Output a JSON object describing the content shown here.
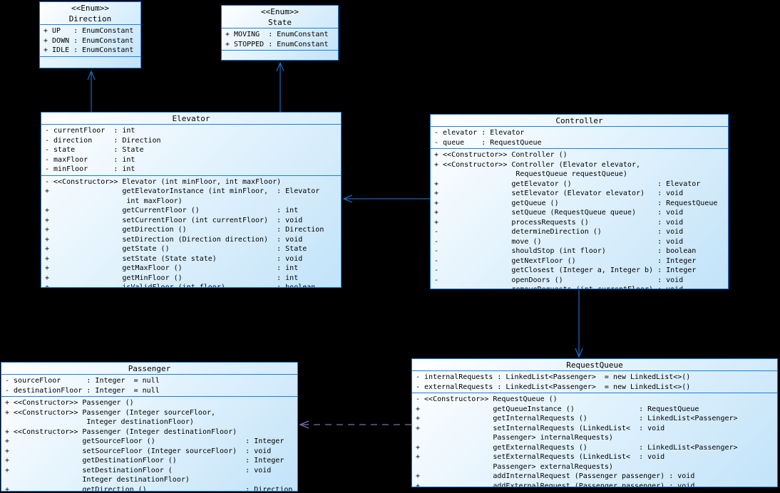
{
  "colors": {
    "background": "#000000",
    "box_border": "#1780e0",
    "box_fill_start": "#ffffff",
    "box_fill_end": "#c2e3f9",
    "connector": "#1a7fe8",
    "dependency_connector": "#8892d8",
    "text": "#000000"
  },
  "classes": {
    "direction": {
      "stereotype": "<<Enum>>",
      "name": "Direction",
      "attributes": [
        "+ UP   : EnumConstant",
        "+ DOWN : EnumConstant",
        "+ IDLE : EnumConstant"
      ],
      "methods": []
    },
    "state": {
      "stereotype": "<<Enum>>",
      "name": "State",
      "attributes": [
        "+ MOVING  : EnumConstant",
        "+ STOPPED : EnumConstant"
      ],
      "methods": []
    },
    "elevator": {
      "name": "Elevator",
      "attributes": [
        "- currentFloor  : int",
        "- direction     : Direction",
        "- state         : State",
        "- maxFloor      : int",
        "- minFloor      : int"
      ],
      "methods": [
        "- <<Constructor>> Elevator (int minFloor, int maxFloor)",
        "+                 getElevatorInstance (int minFloor,  : Elevator",
        "                   int maxFloor)",
        "+                 getCurrentFloor ()                  : int",
        "+                 setCurrentFloor (int currentFloor)  : void",
        "+                 getDirection ()                     : Direction",
        "+                 setDirection (Direction direction)  : void",
        "+                 getState ()                         : State",
        "+                 setState (State state)              : void",
        "+                 getMaxFloor ()                      : int",
        "+                 getMinFloor ()                      : int",
        "+                 isValidFloor (int floor)            : boolean"
      ]
    },
    "controller": {
      "name": "Controller",
      "attributes": [
        "- elevator : Elevator",
        "- queue    : RequestQueue"
      ],
      "methods": [
        "+ <<Constructor>> Controller ()",
        "+ <<Constructor>> Controller (Elevator elevator,",
        "                   RequestQueue requestQueue)",
        "+                 getElevator ()                    : Elevator",
        "+                 setElevator (Elevator elevator)   : void",
        "+                 getQueue ()                       : RequestQueue",
        "+                 setQueue (RequestQueue queue)     : void",
        "+                 processRequests ()                : void",
        "-                 determineDirection ()             : void",
        "-                 move ()                           : void",
        "-                 shouldStop (int floor)            : boolean",
        "-                 getNextFloor ()                   : Integer",
        "-                 getClosest (Integer a, Integer b) : Integer",
        "-                 openDoors ()                      : void",
        "-                 removeRequests (int currentFloor) : void"
      ]
    },
    "passenger": {
      "name": "Passenger",
      "attributes": [
        "- sourceFloor      : Integer  = null",
        "- destinationFloor : Integer  = null"
      ],
      "methods": [
        "+ <<Constructor>> Passenger ()",
        "+ <<Constructor>> Passenger (Integer sourceFloor,",
        "                   Integer destinationFloor)",
        "+ <<Constructor>> Passenger (Integer destinationFloor)",
        "+                 getSourceFloor ()                     : Integer",
        "+                 setSourceFloor (Integer sourceFloor)  : void",
        "+                 getDestinationFloor ()                : Integer",
        "+                 setDestinationFloor (                 : void",
        "                  Integer destinationFloor)",
        "+                 getDirection ()                       : Direction"
      ]
    },
    "requestqueue": {
      "name": "RequestQueue",
      "attributes": [
        "- internalRequests : LinkedList<Passenger>  = new LinkedList<>()",
        "- externalRequests : LinkedList<Passenger>  = new LinkedList<>()"
      ],
      "methods": [
        "- <<Constructor>> RequestQueue ()",
        "+                 getQueueInstance ()               : RequestQueue",
        "+                 getInternalRequests ()            : LinkedList<Passenger>",
        "+                 setInternalRequests (LinkedList<  : void",
        "                  Passenger> internalRequests)",
        "+                 getExternalRequests ()            : LinkedList<Passenger>",
        "+                 setExternalRequests (LinkedList<  : void",
        "                  Passenger> externalRequests)",
        "+                 addInternalRequest (Passenger passenger) : void",
        "+                 addExternalRequest (Passenger passenger) : void"
      ]
    }
  },
  "relationships": [
    {
      "from": "Elevator",
      "to": "Direction",
      "type": "association",
      "line": "solid",
      "arrow": "open"
    },
    {
      "from": "Elevator",
      "to": "State",
      "type": "association",
      "line": "solid",
      "arrow": "open"
    },
    {
      "from": "Controller",
      "to": "Elevator",
      "type": "association",
      "line": "solid",
      "arrow": "open"
    },
    {
      "from": "Controller",
      "to": "RequestQueue",
      "type": "association",
      "line": "solid",
      "arrow": "open"
    },
    {
      "from": "RequestQueue",
      "to": "Passenger",
      "type": "dependency",
      "line": "dashed",
      "arrow": "open"
    }
  ]
}
